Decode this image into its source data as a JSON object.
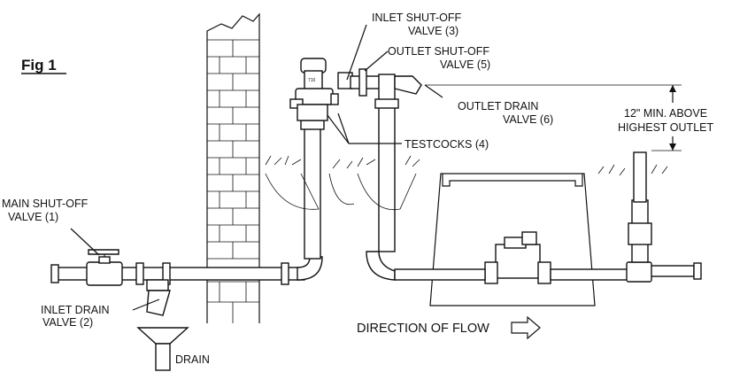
{
  "figure": {
    "title": "Fig 1"
  },
  "labels": {
    "main_shutoff": [
      "MAIN SHUT-OFF",
      "VALVE (1)"
    ],
    "inlet_drain": [
      "INLET DRAIN",
      "VALVE (2)"
    ],
    "drain": "DRAIN",
    "inlet_shutoff": [
      "INLET SHUT-OFF",
      "VALVE (3)"
    ],
    "outlet_shutoff": [
      "OUTLET SHUT-OFF",
      "VALVE (5)"
    ],
    "outlet_drain": [
      "OUTLET DRAIN",
      "VALVE (6)"
    ],
    "testcocks": "TESTCOCKS (4)",
    "clearance": [
      "12\" MIN. ABOVE",
      "HIGHEST OUTLET"
    ],
    "flow": "DIRECTION OF FLOW"
  }
}
